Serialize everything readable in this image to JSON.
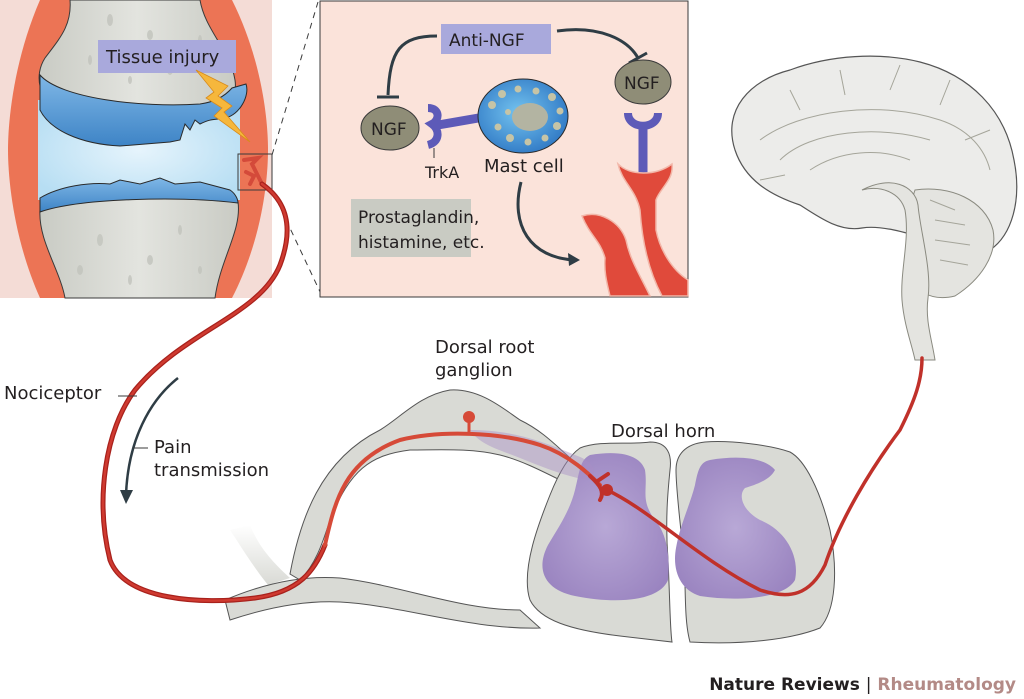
{
  "figure": {
    "labels": {
      "tissue_injury": "Tissue injury",
      "anti_ngf": "Anti-NGF",
      "ngf_left": "NGF",
      "ngf_right": "NGF",
      "trka": "TrkA",
      "mast_cell": "Mast cell",
      "mediators_line1": "Prostaglandin,",
      "mediators_line2": "histamine, etc.",
      "nociceptor": "Nociceptor",
      "pain_line1": "Pain",
      "pain_line2": "transmission",
      "drg_line1": "Dorsal root",
      "drg_line2": "ganglion",
      "dorsal_horn": "Dorsal horn"
    },
    "colors": {
      "label_box_blue": "#a9a9dc",
      "label_box_grey": "#c9cbc3",
      "nerve_red": "#c0312a",
      "nerve_light": "#e26a4f",
      "tissue_grey": "#d9dad5",
      "grey_matter_purple": "#a88fc6",
      "inset_bg": "#fbe3da",
      "cartilage_blue": "#4a8fcf",
      "synovium_orange": "#ec7455",
      "receptor_purple": "#5d5ab8",
      "lightning_yellow": "#f6b73c"
    }
  },
  "credit": {
    "journal_group": "Nature Reviews",
    "separator": "|",
    "journal": "Rheumatology"
  }
}
